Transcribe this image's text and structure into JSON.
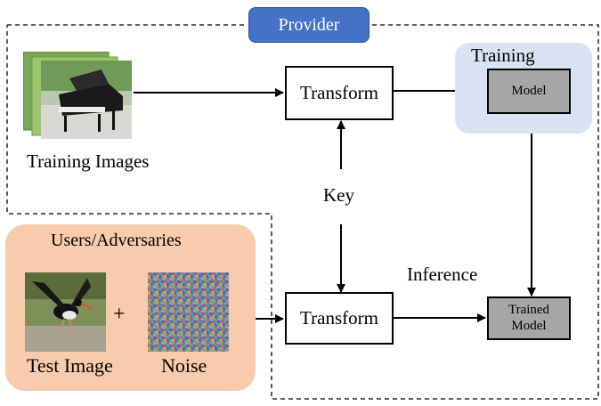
{
  "provider": {
    "label": "Provider"
  },
  "training": {
    "label": "Training",
    "model_label": "Model"
  },
  "training_images": {
    "caption": "Training Images"
  },
  "transform_top": {
    "label": "Transform"
  },
  "transform_bottom": {
    "label": "Transform"
  },
  "key": {
    "label": "Key"
  },
  "inference": {
    "label": "Inference"
  },
  "trained_model": {
    "line1": "Trained",
    "line2": "Model"
  },
  "users": {
    "label": "Users/Adversaries",
    "plus": "+",
    "test_image_caption": "Test Image",
    "noise_caption": "Noise"
  },
  "colors": {
    "provider_fill": "#4472c4",
    "training_region": "#dae3f3",
    "users_region": "#f8cbad",
    "model_fill": "#a6a6a6"
  }
}
